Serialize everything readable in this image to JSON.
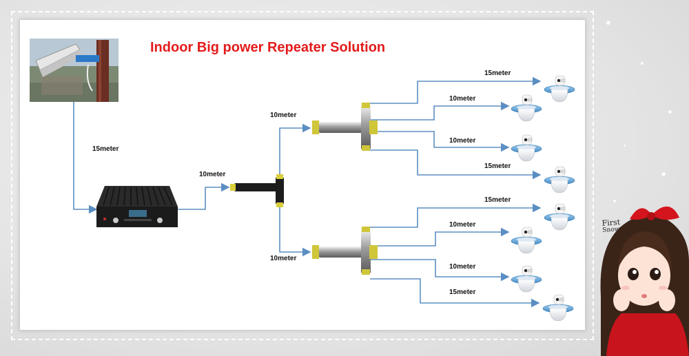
{
  "title": "Indoor Big power Repeater Solution",
  "labels": {
    "antenna_to_repeater": "15meter",
    "repeater_to_splitter": "10meter",
    "splitter_to_upper_coupler": "10meter",
    "splitter_to_lower_coupler": "10meter",
    "upper": [
      "15meter",
      "10meter",
      "10meter",
      "15meter"
    ],
    "lower": [
      "15meter",
      "10meter",
      "10meter",
      "15meter"
    ]
  },
  "decoration": {
    "caption_line1": "First",
    "caption_line2": "Snow"
  },
  "colors": {
    "title": "#e31b1b",
    "cable": "#5b8ec2",
    "repeater": "#1b1b1b",
    "ceiling_antenna_base": "#3f86c4"
  }
}
